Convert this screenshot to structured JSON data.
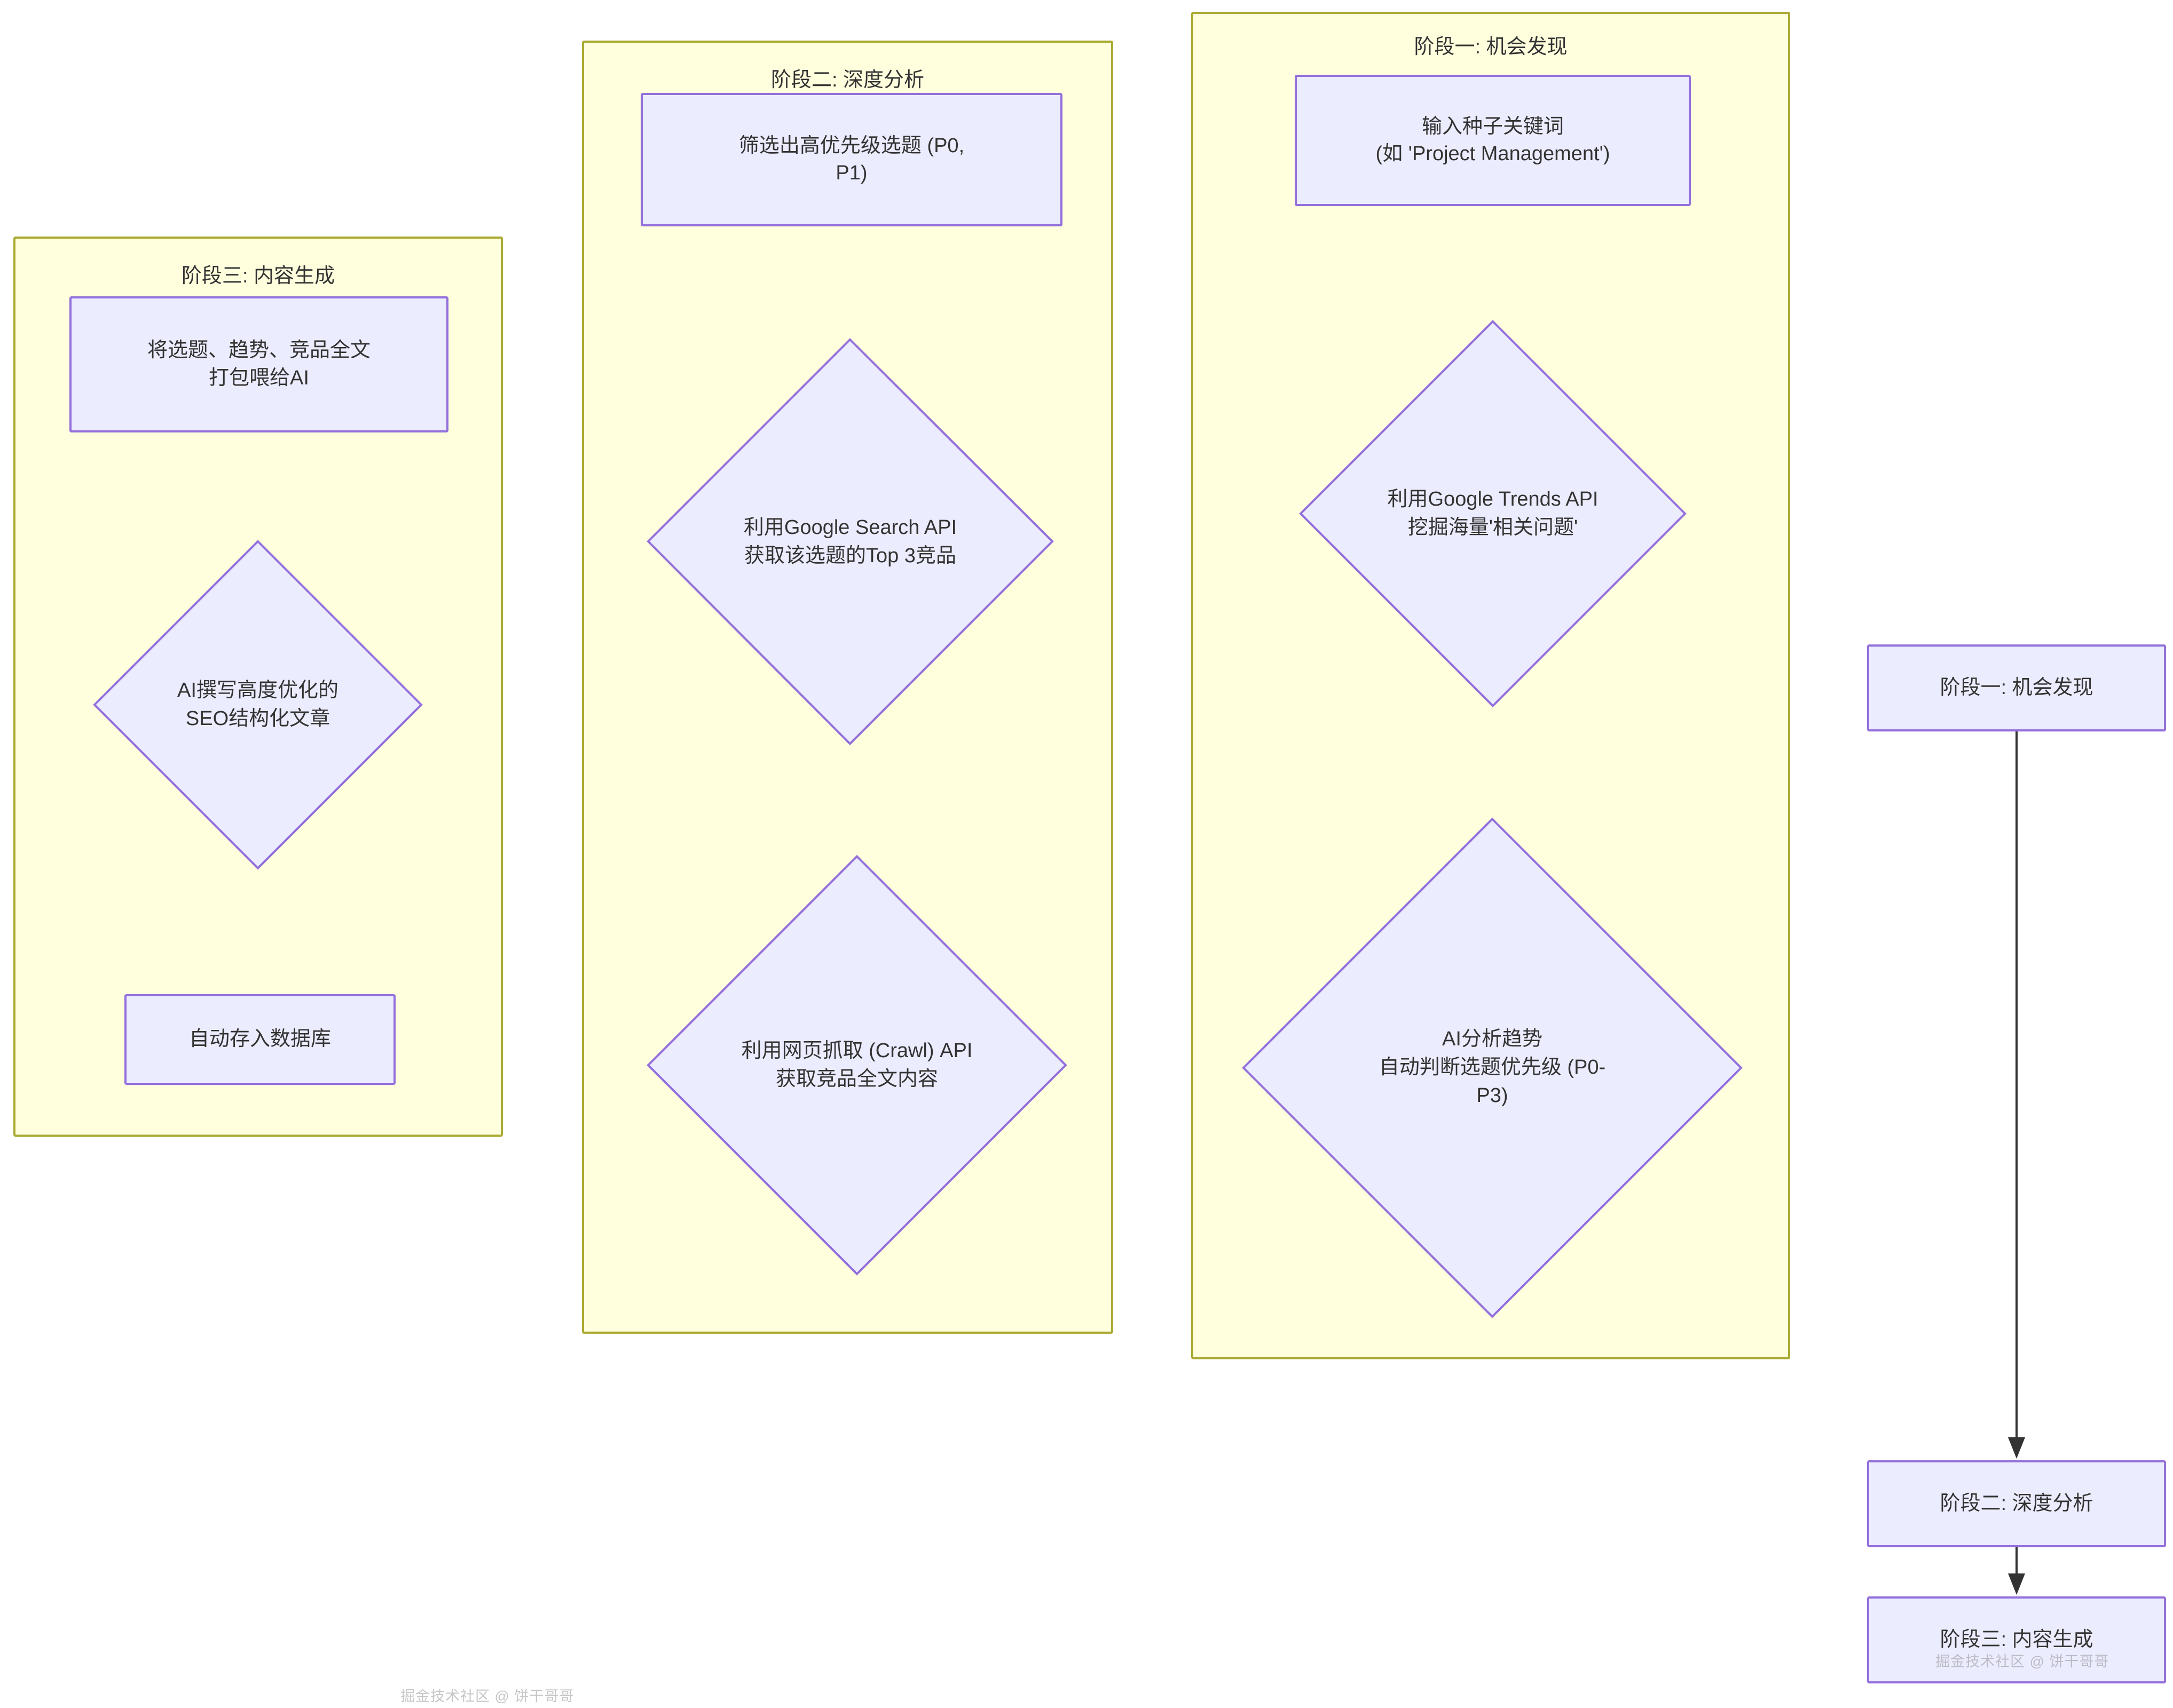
{
  "diagram": {
    "type": "flowchart",
    "direction": "top-down",
    "background_color": "#ffffff",
    "node_fill": "#ececff",
    "node_stroke": "#9370db",
    "subgraph_fill": "#ffffde",
    "subgraph_stroke": "#aaaa33",
    "edge_color": "#333333"
  },
  "phases": [
    {
      "id": "phase3",
      "title": "阶段三: 内容生成",
      "nodes": [
        {
          "id": "p3-n1",
          "shape": "rect",
          "lines": [
            "将选题、趋势、竞品全文",
            "打包喂给AI"
          ]
        },
        {
          "id": "p3-n2",
          "shape": "diamond",
          "lines": [
            "AI撰写高度优化的",
            "SEO结构化文章"
          ]
        },
        {
          "id": "p3-n3",
          "shape": "rect",
          "lines": [
            "自动存入数据库"
          ]
        }
      ]
    },
    {
      "id": "phase2",
      "title": "阶段二: 深度分析",
      "nodes": [
        {
          "id": "p2-n1",
          "shape": "rect",
          "lines": [
            "筛选出高优先级选题 (P0,",
            "P1)"
          ]
        },
        {
          "id": "p2-n2",
          "shape": "diamond",
          "lines": [
            "利用Google Search API",
            "获取该选题的Top 3竞品"
          ]
        },
        {
          "id": "p2-n3",
          "shape": "diamond",
          "lines": [
            "利用网页抓取 (Crawl) API",
            "获取竞品全文内容"
          ]
        }
      ]
    },
    {
      "id": "phase1",
      "title": "阶段一: 机会发现",
      "nodes": [
        {
          "id": "p1-n1",
          "shape": "rect",
          "lines": [
            "输入种子关键词",
            "(如 'Project Management')"
          ]
        },
        {
          "id": "p1-n2",
          "shape": "diamond",
          "lines": [
            "利用Google Trends API",
            "挖掘海量'相关问题'"
          ]
        },
        {
          "id": "p1-n3",
          "shape": "diamond",
          "lines": [
            "AI分析趋势",
            "自动判断选题优先级 (P0-",
            "P3)"
          ]
        }
      ]
    }
  ],
  "phase_chain": {
    "nodes": [
      {
        "id": "chain-1",
        "label": "阶段一: 机会发现"
      },
      {
        "id": "chain-2",
        "label": "阶段二: 深度分析"
      },
      {
        "id": "chain-3",
        "label": "阶段三: 内容生成"
      }
    ]
  },
  "watermark": {
    "text": "掘金技术社区 @ 饼干哥哥"
  }
}
